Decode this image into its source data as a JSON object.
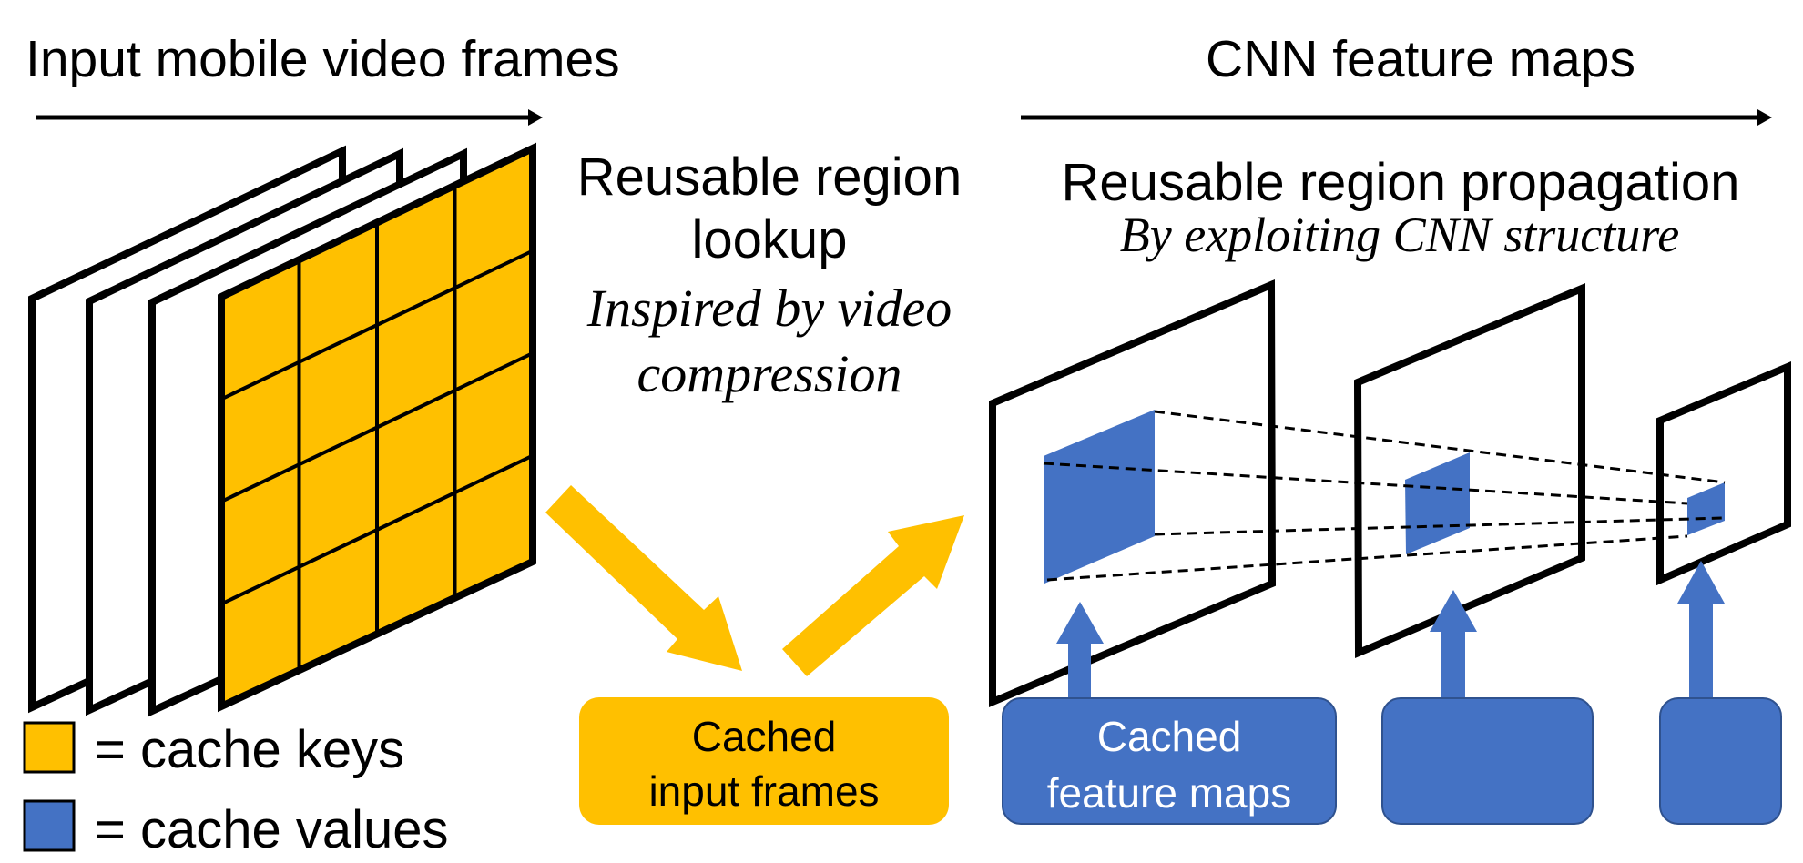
{
  "left_panel": {
    "title": "Input mobile video frames",
    "frame_count": 4,
    "grid": {
      "rows": 4,
      "cols": 4
    }
  },
  "middle_panel": {
    "heading_lines": [
      "Reusable region",
      "lookup"
    ],
    "subheading_lines": [
      "Inspired by video",
      "compression"
    ],
    "cache_box_lines": [
      "Cached",
      "input frames"
    ]
  },
  "right_panel": {
    "title": "CNN feature maps",
    "heading": "Reusable region propagation",
    "subheading": "By exploiting CNN structure",
    "feature_map_count": 3,
    "cache_box_lines": [
      "Cached",
      "feature maps"
    ]
  },
  "legend": [
    {
      "label": "= cache keys",
      "color": "#FFC000",
      "name": "cache-keys"
    },
    {
      "label": "= cache values",
      "color": "#4472C4",
      "name": "cache-values"
    }
  ],
  "colors": {
    "key": "#FFC000",
    "value": "#4472C4",
    "value_border": "#2F528F",
    "line": "#000000",
    "text_on_value": "#FFFFFF"
  },
  "icons": {
    "timeline_arrow": "arrow-right-icon",
    "lookup_arrow": "arrow-down-right-icon",
    "return_arrow": "arrow-up-right-icon",
    "propagate_arrow": "arrow-up-icon"
  }
}
